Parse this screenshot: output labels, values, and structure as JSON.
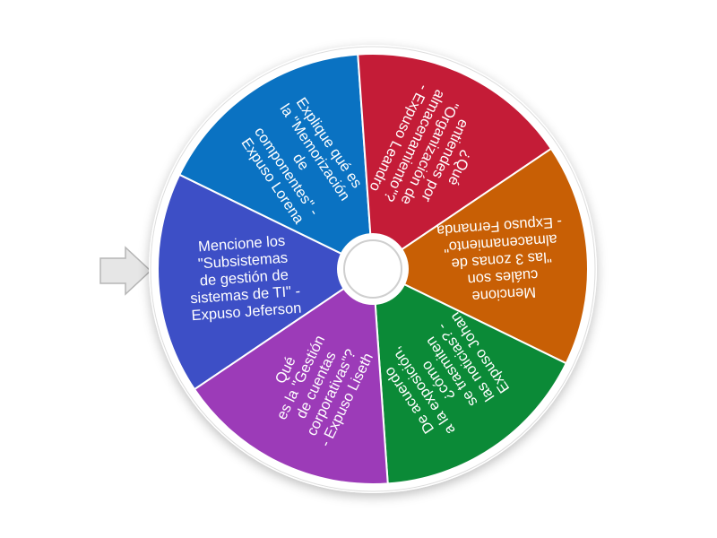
{
  "wheel": {
    "segments": [
      {
        "label": "Mencione los\n\"Subsistemas\nde gestión de\nsistemas de TI\" -\nExpuso Jeferson",
        "color": "#3D4FC6",
        "angle": 176
      },
      {
        "label": "Explique qué es\nla \"Memorización\nde\ncomponentes\" -\nExpuso Lorena",
        "color": "#0A72C2",
        "angle": 236
      },
      {
        "label": "¿Qué\nentiendes por\n\"Organización de\nalmacenamiento\"?\n- Expuso Leandro",
        "color": "#C41C37",
        "angle": 296
      },
      {
        "label": "Mencione\ncuáles son\n\"las 3 zonas de\nalmacenamiento\"\n- Expuso Fernanda",
        "color": "#C85F05",
        "angle": 356
      },
      {
        "label": "De acuerdo\na la exposición,\n¿cómo\nse trasmiten\nlas noticias? -\nExpuso Johan",
        "color": "#0B8A37",
        "angle": 56
      },
      {
        "label": "Qué\nes la \"Gestión\nde cuentas\ncorporativas\"?\n- Expuso Liseth",
        "color": "#9C3BB8",
        "angle": 116
      }
    ]
  },
  "pointer": {
    "icon": "arrow-right-icon",
    "color": "#E8E8E8"
  }
}
